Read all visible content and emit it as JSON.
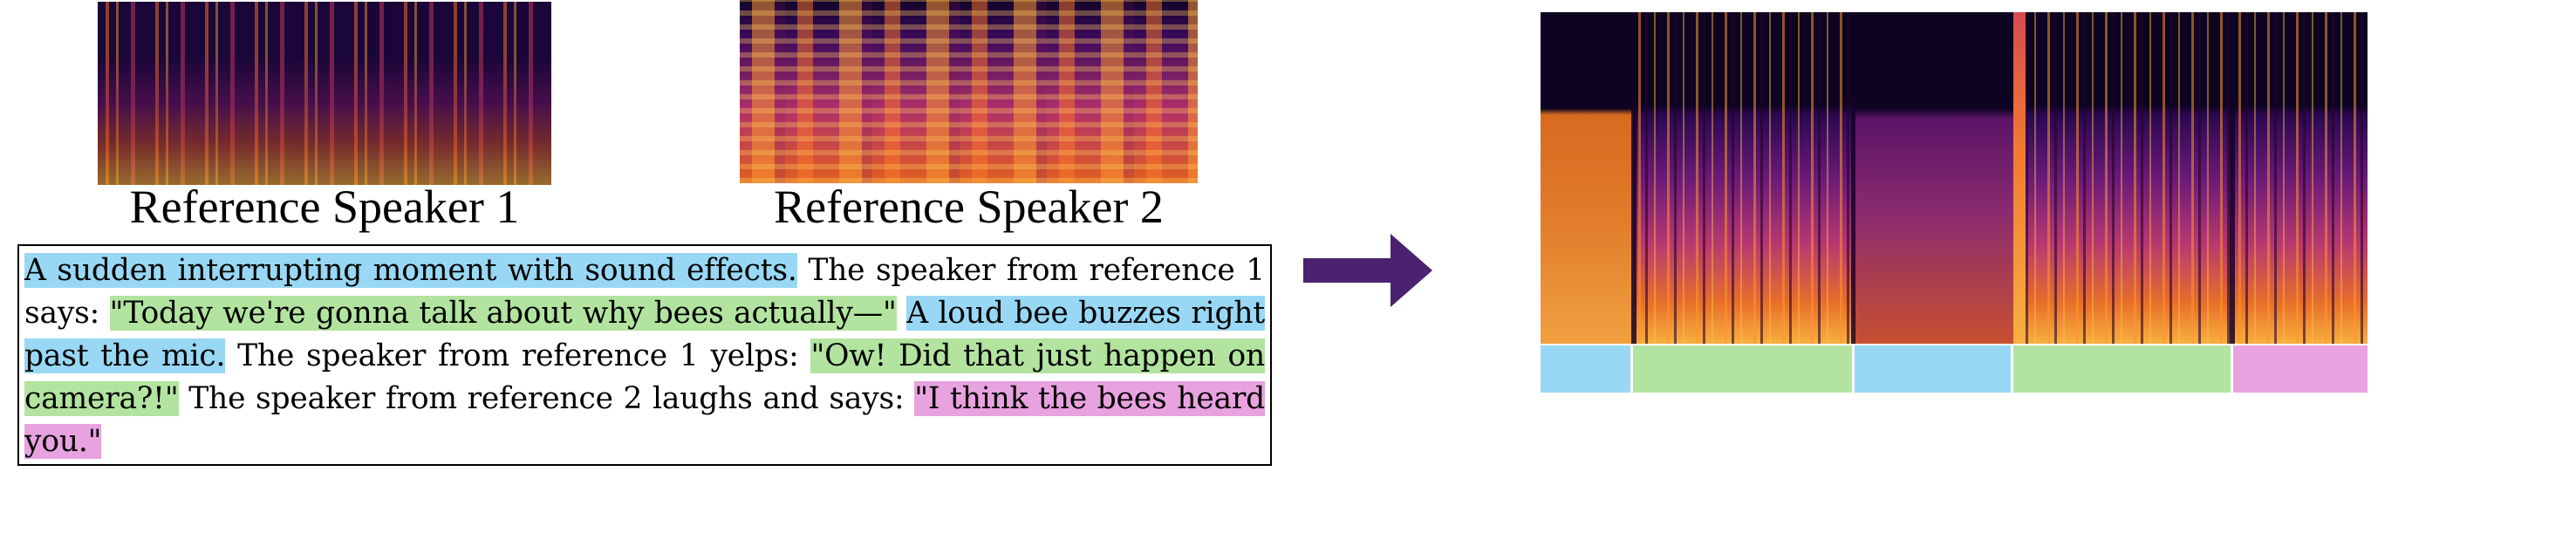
{
  "references": {
    "speaker1_label": "Reference Speaker 1",
    "speaker2_label": "Reference Speaker 2"
  },
  "script": {
    "segments": [
      {
        "type": "sound",
        "text": "A sudden interrupting moment with sound effects."
      },
      {
        "type": "plain",
        "text": " The speaker from reference 1 says: "
      },
      {
        "type": "speech1",
        "text": "\"Today we're gonna talk about why bees actually—\""
      },
      {
        "type": "plain",
        "text": " "
      },
      {
        "type": "sound",
        "text": "A loud bee buzzes right past the mic."
      },
      {
        "type": "plain",
        "text": " The speaker from reference 1 yelps: "
      },
      {
        "type": "speech1",
        "text": "\"Ow! Did that just happen on camera?!\""
      },
      {
        "type": "plain",
        "text": " The speaker from reference 2 laughs and says: "
      },
      {
        "type": "speech2",
        "text": "\"I think the bees heard you.\" "
      }
    ]
  },
  "colors": {
    "sound": "#98d8f4",
    "speech1": "#b2e4a0",
    "speech2": "#e8a2e0",
    "arrow": "#4a2270"
  },
  "output_segments": [
    {
      "type": "sound",
      "fraction": 0.112
    },
    {
      "type": "speech1",
      "fraction": 0.268
    },
    {
      "type": "sound",
      "fraction": 0.192
    },
    {
      "type": "speech1",
      "fraction": 0.266
    },
    {
      "type": "speech2",
      "fraction": 0.162
    }
  ]
}
